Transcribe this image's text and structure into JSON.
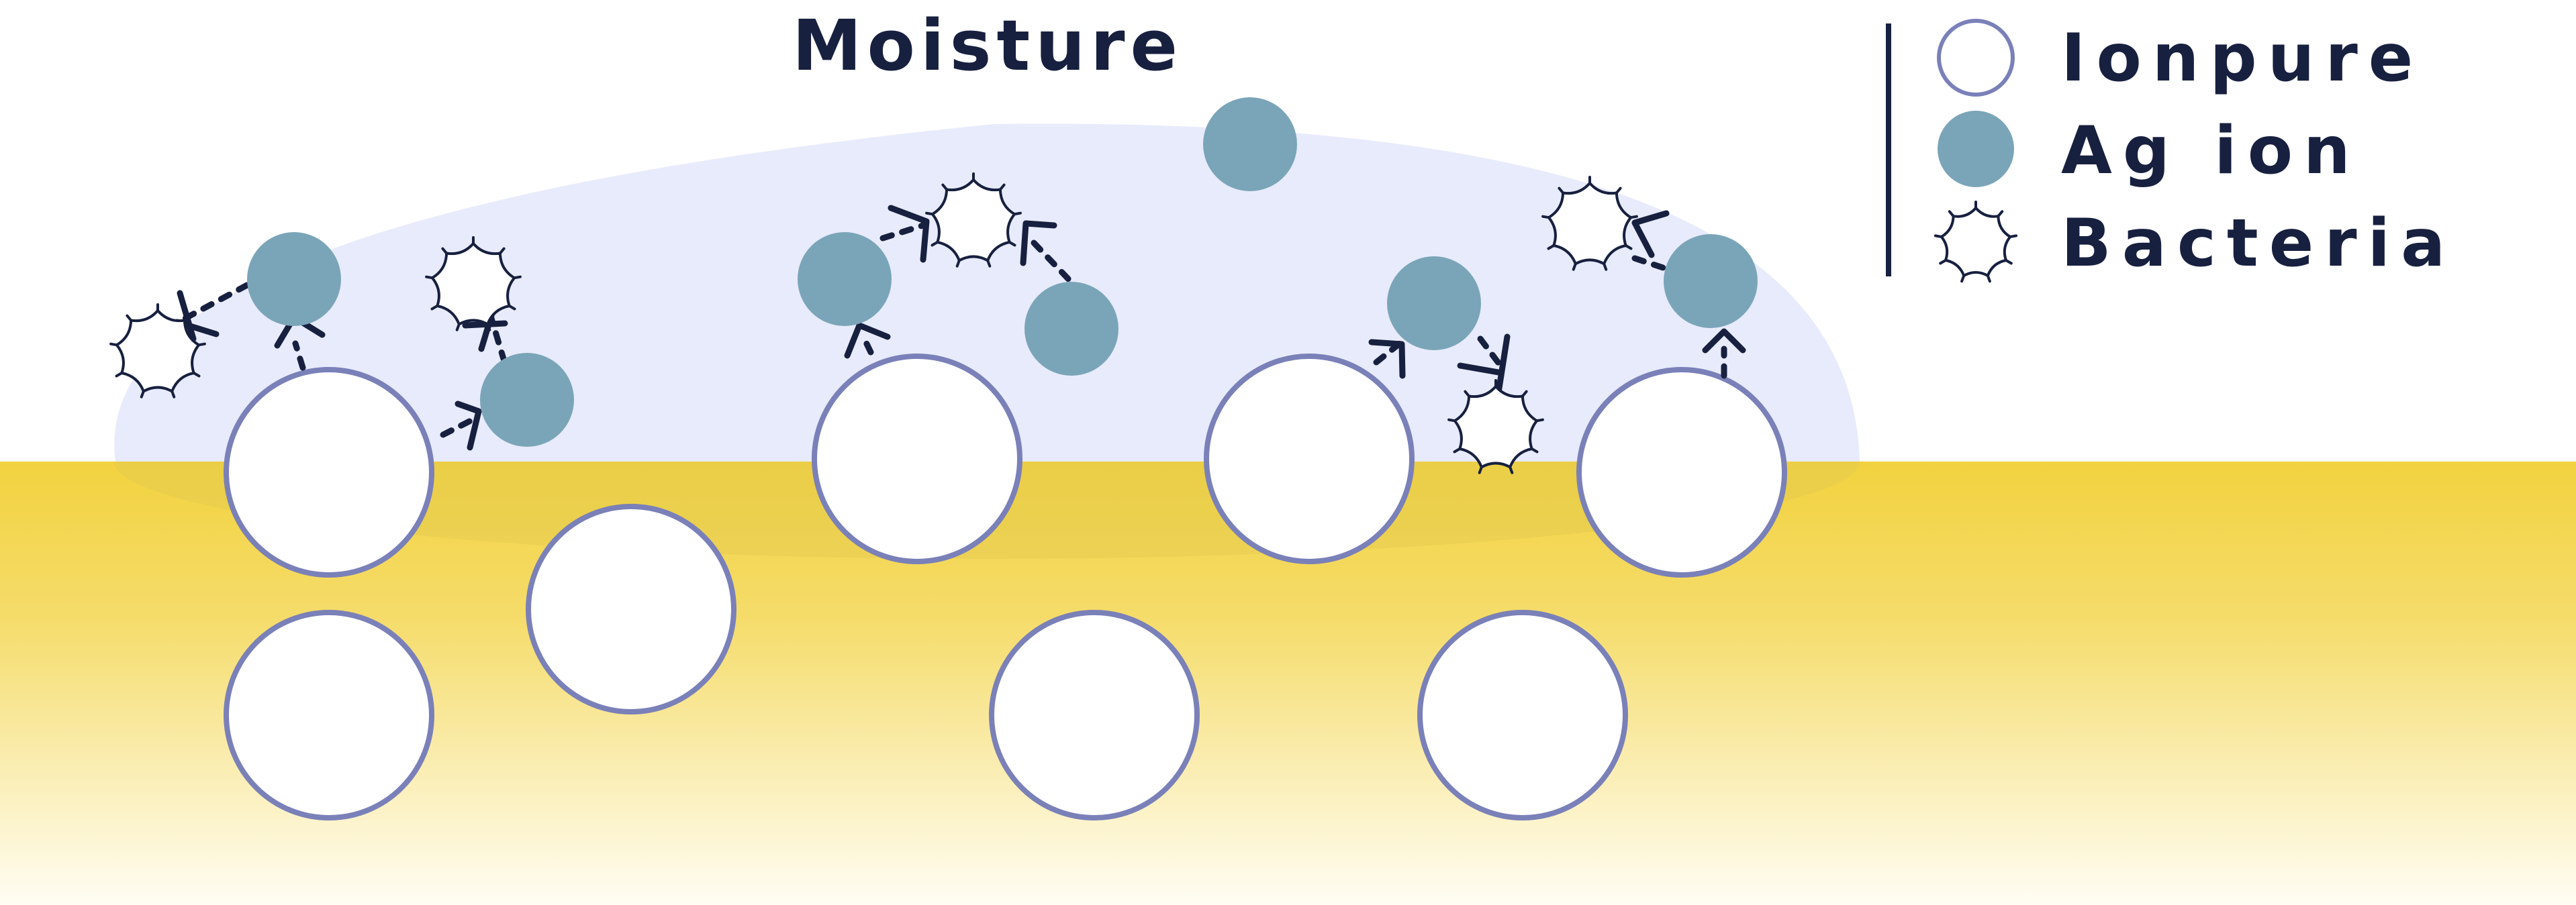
{
  "diagram": {
    "title": "Moisture",
    "legend": [
      {
        "label": "Ionpure",
        "icon": "ionpure-particle-icon"
      },
      {
        "label": "Ag ion",
        "icon": "ag-ion-icon"
      },
      {
        "label": "Bacteria",
        "icon": "bacteria-icon"
      }
    ]
  },
  "colors": {
    "navy": "#17203f",
    "substrate_top": "#f2d23f",
    "substrate_bottom": "#fffdf4",
    "moisture_fill": "#e8ebfb",
    "particle_stroke": "#7a80b8",
    "ag_ion": "#7aa5b8",
    "white": "#ffffff"
  }
}
